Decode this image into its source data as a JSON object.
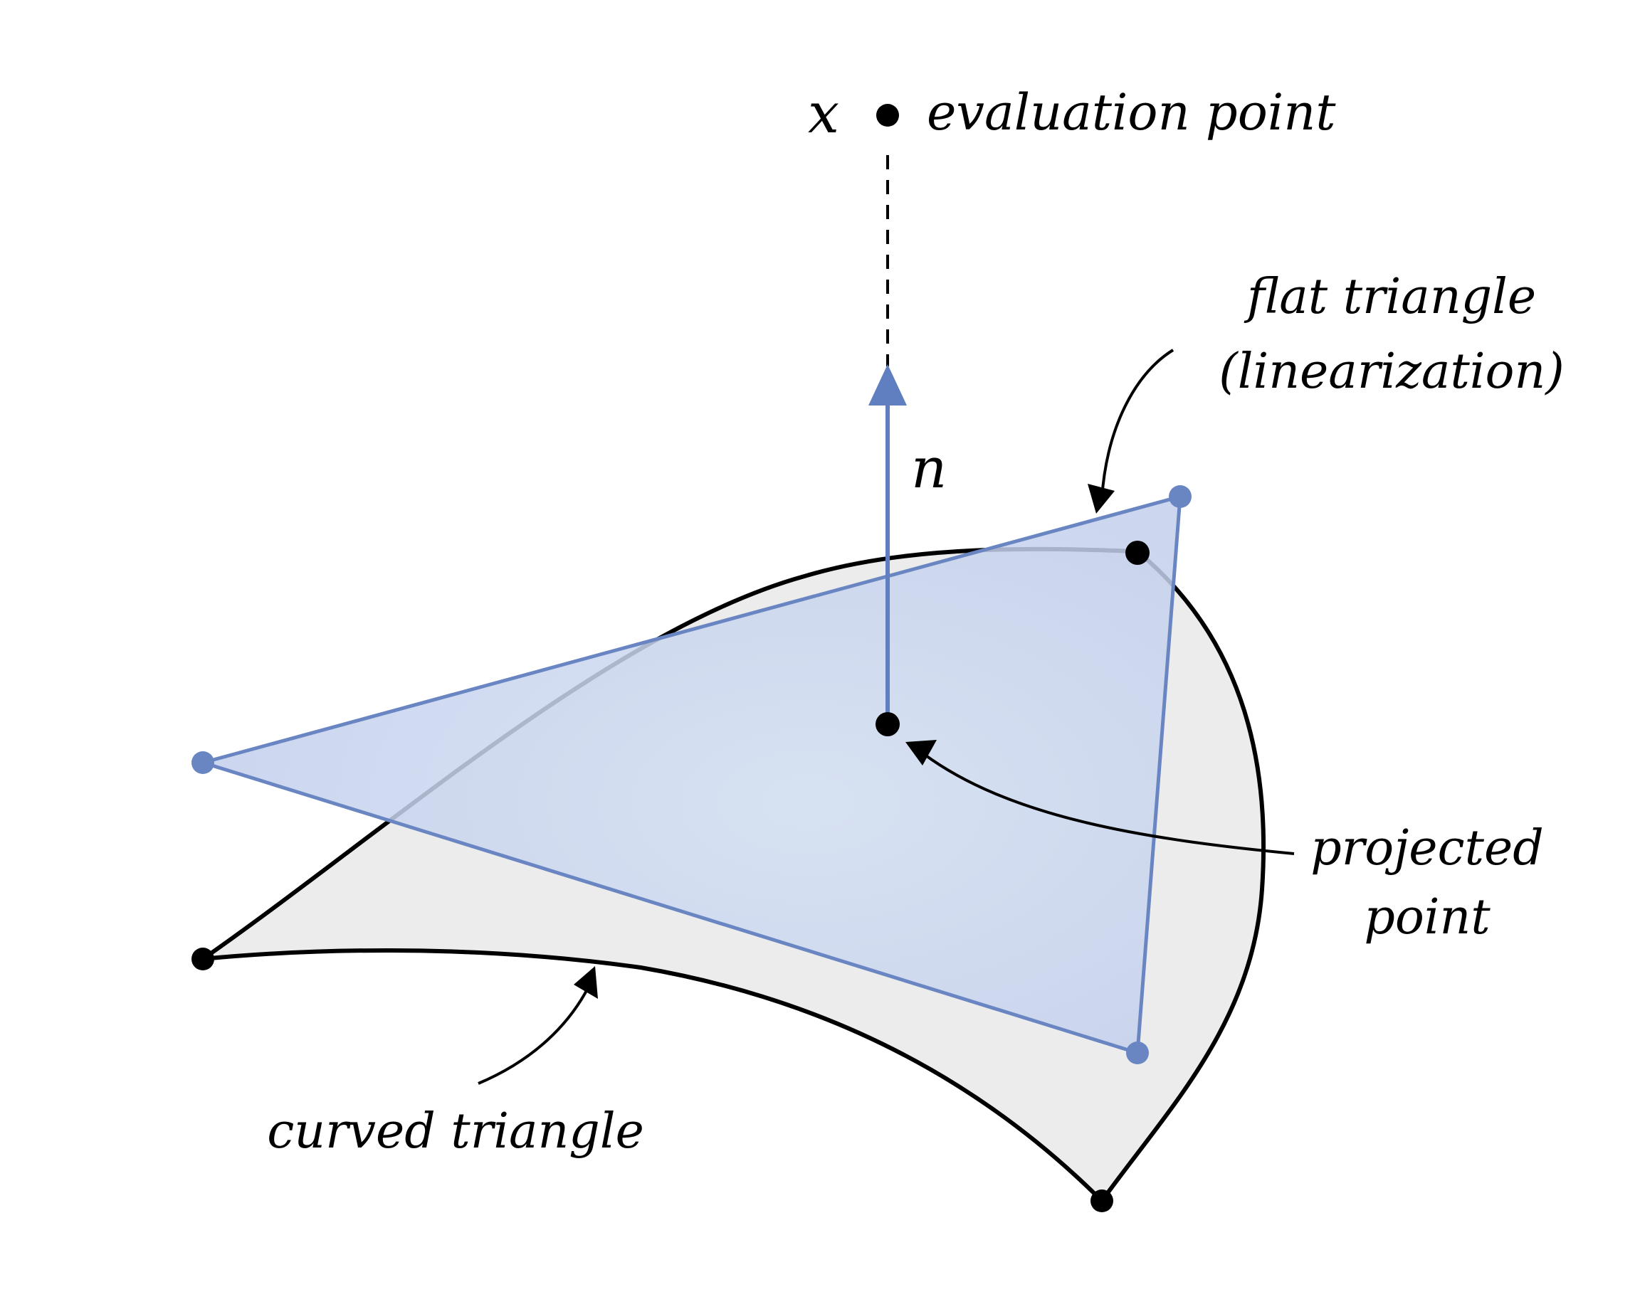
{
  "labels": {
    "x_symbol": "x",
    "evaluation_point": "evaluation point",
    "normal_symbol": "n",
    "flat_triangle_line1": "flat triangle",
    "flat_triangle_line2": "(linearization)",
    "projected_line1": "projected",
    "projected_line2": "point",
    "curved_triangle": "curved triangle"
  },
  "colors": {
    "curved_fill": "#ececec",
    "curved_stroke": "#000000",
    "flat_fill": "#c5d2ee",
    "flat_stroke": "#6a86c2",
    "normal_arrow": "#5f7fc0",
    "point": "#000000"
  }
}
